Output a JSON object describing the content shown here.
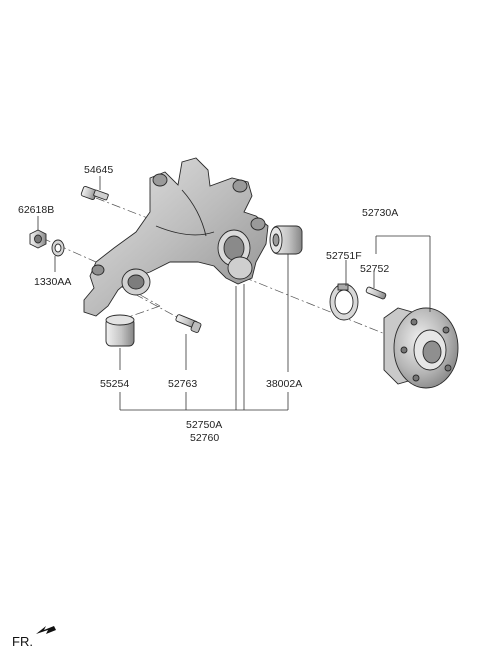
{
  "labels": {
    "bolt_top": "54645",
    "nut": "62618B",
    "washer": "1330AA",
    "hub_assembly": "52730A",
    "abs_sensor": "52751F",
    "hub_bolt": "52752",
    "bushing_left": "55254",
    "bolt_lower": "52763",
    "bushing_right": "38002A",
    "knuckle_a": "52750A",
    "knuckle_b": "52760"
  },
  "footer": {
    "direction": "FR."
  }
}
